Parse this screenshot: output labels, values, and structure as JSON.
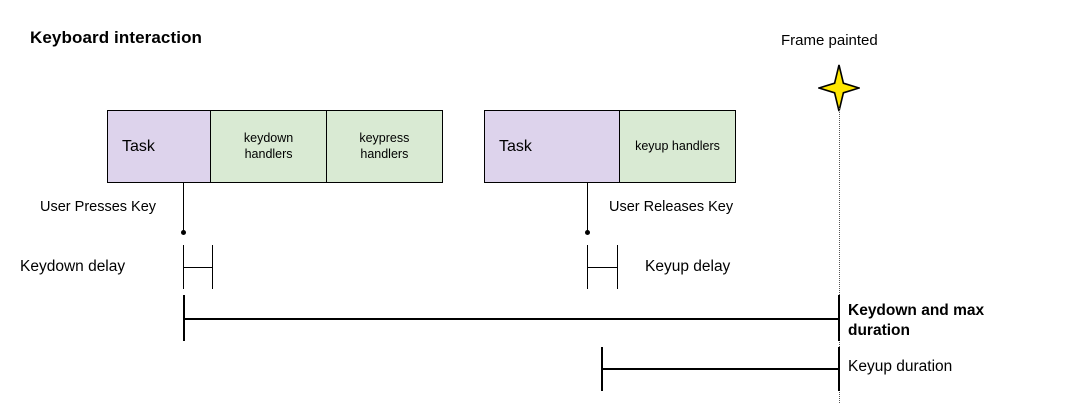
{
  "diagram": {
    "title": "Keyboard interaction",
    "frame_marker": {
      "label": "Frame painted",
      "icon": "four-point-star-icon",
      "star_fill": "#ffe600",
      "star_stroke": "#000000",
      "guide_line_style": "dotted",
      "guide_line_color": "#555555"
    },
    "colors": {
      "task_fill": "#ddd3ec",
      "handler_fill": "#d9ead3",
      "stroke": "#000000",
      "background": "#ffffff"
    },
    "task_groups": [
      {
        "id": "group1",
        "cells": [
          {
            "label": "Task",
            "kind": "task"
          },
          {
            "label": "keydown\nhandlers",
            "line1": "keydown",
            "line2": "handlers",
            "kind": "handler"
          },
          {
            "label": "keypress\nhandlers",
            "line1": "keypress",
            "line2": "handlers",
            "kind": "handler"
          }
        ]
      },
      {
        "id": "group2",
        "cells": [
          {
            "label": "Task",
            "kind": "task"
          },
          {
            "label": "keyup handlers",
            "line1": "keyup handlers",
            "line2": "",
            "kind": "handler"
          }
        ]
      }
    ],
    "events": [
      {
        "id": "press",
        "label": "User Presses Key"
      },
      {
        "id": "release",
        "label": "User Releases Key"
      }
    ],
    "measures": [
      {
        "id": "keydown-delay",
        "label": "Keydown delay",
        "emphasis": "normal",
        "bar_weight": "thin"
      },
      {
        "id": "keyup-delay",
        "label": "Keyup delay",
        "emphasis": "normal",
        "bar_weight": "thin"
      },
      {
        "id": "keydown-max-duration",
        "label": "Keydown and max duration",
        "line1": "Keydown and max",
        "line2": "duration",
        "emphasis": "bold",
        "bar_weight": "thick"
      },
      {
        "id": "keyup-duration",
        "label": "Keyup duration",
        "emphasis": "normal",
        "bar_weight": "thick"
      }
    ]
  }
}
